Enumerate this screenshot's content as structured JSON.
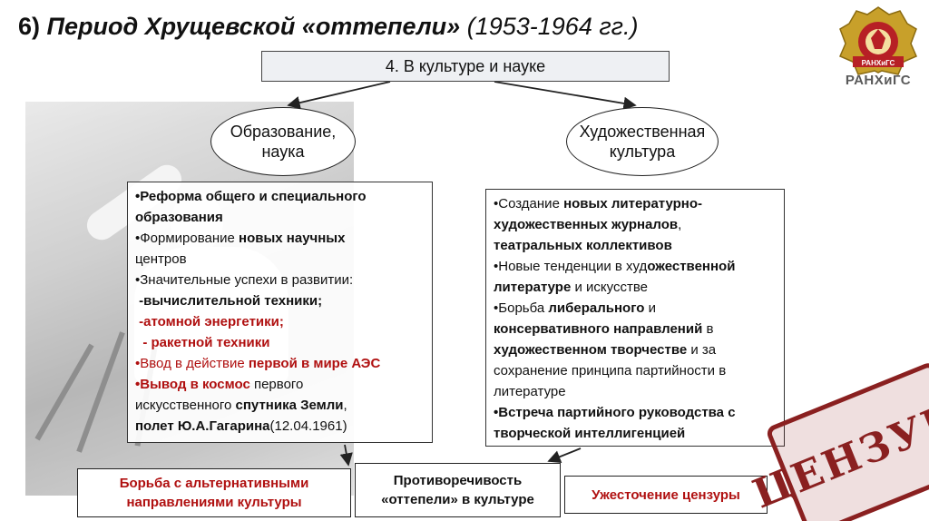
{
  "title": {
    "number": "6)",
    "main": "Период Хрущевской «оттепели»",
    "years": "(1953-1964 гг.)"
  },
  "logo": {
    "banner": "РАНХиГС",
    "text": "РАНХиГС"
  },
  "topic": "4. В культуре и науке",
  "left_ellipse": {
    "line1": "Образование,",
    "line2": "наука"
  },
  "right_ellipse": {
    "line1": "Художественная",
    "line2": "культура"
  },
  "left_list": {
    "l1": "•Реформа общего и специального",
    "l2": "образования",
    "l3a": "•Формирование ",
    "l3b": "новых научных",
    "l4": "центров",
    "l5": "•Значительные успехи в развитии:",
    "l6": " -вычислительной техники;",
    "l7": " -атомной энергетики;",
    "l8": "  - ракетной техники",
    "l9a": "•Ввод в действие ",
    "l9b": "первой в мире АЭС",
    "l10a": "•Вывод в космос",
    "l10b": " первого",
    "l11a": "искусственного ",
    "l11b": "спутника Земли",
    "l11c": ",",
    "l12a": "полет Ю.А.Гагарина",
    "l12b": "(12.04.1961)"
  },
  "right_list": {
    "r1a": "•Создание ",
    "r1b": "новых литературно-",
    "r2": "художественных журналов",
    "r2c": ",",
    "r3": "театральных коллективов",
    "r4a": "•Новые тенденции в худ",
    "r4b": "ожественной",
    "r5a": "литературе",
    "r5b": " и искусстве",
    "r6a": "•Борьба ",
    "r6b": "либерального",
    "r6c": " и",
    "r7a": "консервативного направлений",
    "r7b": " в",
    "r8a": "художественном творчестве",
    "r8b": " и за",
    "r9": "сохранение принципа партийности в",
    "r10": "литературе",
    "r11": "•Встреча партийного руководства с",
    "r12": "творческой интеллигенцией"
  },
  "bottom": {
    "left_line1": "Борьба с альтернативными",
    "left_line2": "направлениями культуры",
    "mid_line1": "Противоречивость",
    "mid_line2": "«оттепели» в культуре",
    "right": "Ужесточение цензуры"
  },
  "stamp": "ЦЕНЗУРА",
  "colors": {
    "accent_red": "#b01010",
    "topic_bg": "#eef0f3",
    "stamp": "#8a2020"
  }
}
